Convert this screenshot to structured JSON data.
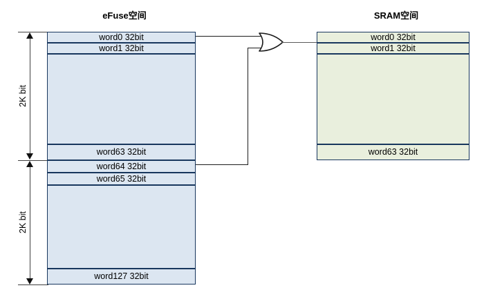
{
  "diagram": {
    "efuse": {
      "title": "eFuse空间",
      "blocks": [
        {
          "measure_label": "2K bit",
          "rows": [
            {
              "label": "word0 32bit"
            },
            {
              "label": "word1 32bit"
            },
            {
              "label": ""
            },
            {
              "label": "word63 32bit"
            }
          ]
        },
        {
          "measure_label": "2K bit",
          "rows": [
            {
              "label": "word64 32bit"
            },
            {
              "label": "word65 32bit"
            },
            {
              "label": ""
            },
            {
              "label": "word127 32bit"
            }
          ]
        }
      ],
      "fill_color": "#dce6f1",
      "border_color": "#17365d"
    },
    "sram": {
      "title": "SRAM空间",
      "rows": [
        {
          "label": "word0 32bit"
        },
        {
          "label": "word1 32bit"
        },
        {
          "label": ""
        },
        {
          "label": "word63 32bit"
        }
      ],
      "fill_color": "#e9efdd",
      "border_color": "#17365d"
    },
    "logic": {
      "gate": "or-gate",
      "gate_label": ""
    }
  }
}
